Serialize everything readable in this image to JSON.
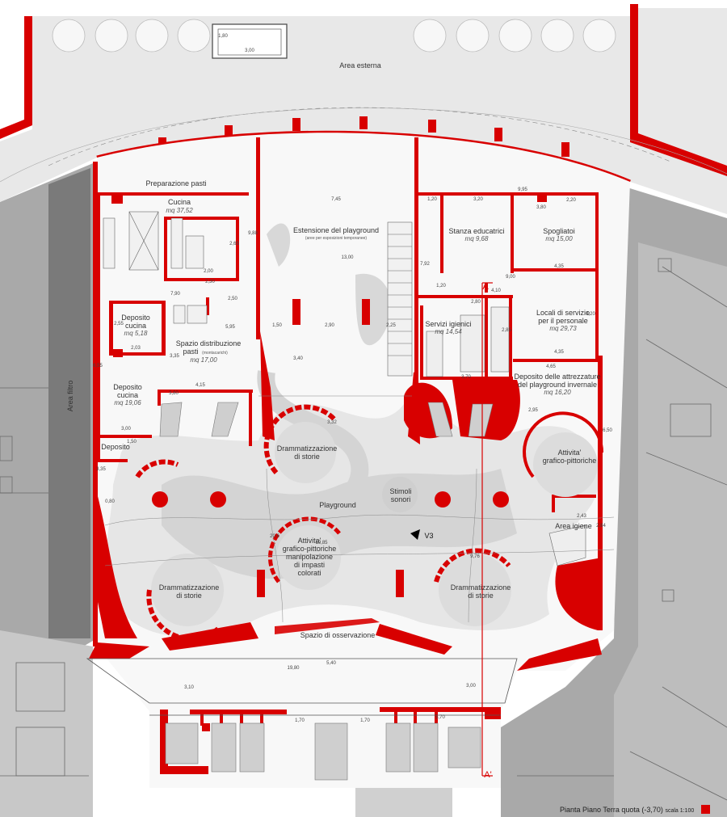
{
  "colors": {
    "wall": "#d80000",
    "paving": "#e6e6e6",
    "surround": "#a9a9a9",
    "filter": "#7a7a7a",
    "line": "#444444"
  },
  "title": "Pianta Piano Terra quota (-3,70)",
  "scale": "scala 1:100",
  "rooms": {
    "area_esterna": "Area esterna",
    "preparazione": "Preparazione pasti",
    "cucina": "Cucina",
    "cucina_area": "mq 37,52",
    "estensione": "Estensione del playground",
    "estensione_note": "(aree per esposizioni temporanee)",
    "stanza": "Stanza educatrici",
    "stanza_area": "mq 9,68",
    "spogliatoi": "Spogliatoi",
    "spogliatoi_area": "mq 15,00",
    "deposito_cucina_1": "Deposito",
    "deposito_cucina_2": "cucina",
    "deposito_cucina_area": "mq 5,18",
    "spazio_1": "Spazio distribuzione",
    "spazio_2": "pasti",
    "spazio_note": "(montacarichi)",
    "spazio_area": "mq 17,00",
    "deposito_b_1": "Deposito",
    "deposito_b_2": "cucina",
    "deposito_b_area": "mq 19,06",
    "servizi": "Servizi igienici",
    "servizi_area": "mq 14,54",
    "locali_1": "Locali di servizio",
    "locali_2": "per il personale",
    "locali_area": "mq 29,73",
    "deposito_attr_1": "Deposito delle attrezzature",
    "deposito_attr_2": "del playground invernale",
    "deposito_attr_area": "mq 16,20",
    "area_filtro": "Area filtro",
    "deposito": "Deposito",
    "dramm_top_1": "Drammatizzazione",
    "dramm_top_2": "di storie",
    "attivita_r_1": "Attivita'",
    "attivita_r_2": "grafico-pittoriche",
    "stimoli_1": "Stimoli",
    "stimoli_2": "sonori",
    "playground": "Playground",
    "attivita_c_1": "Attivita'",
    "attivita_c_2": "grafico-pittoriche",
    "attivita_c_3": "manipolazione",
    "attivita_c_4": "di impasti",
    "attivita_c_5": "colorati",
    "area_igiene": "Area igiene",
    "dramm_left_1": "Drammatizzazione",
    "dramm_left_2": "di storie",
    "dramm_right_1": "Drammatizzazione",
    "dramm_right_2": "di storie",
    "osservazione": "Spazio di osservazione",
    "section_a": "A",
    "section_a2": "A'",
    "view": "V3"
  },
  "dims": {
    "d300_top": "3,00",
    "d180": "1,80",
    "d745": "7,45",
    "d995": "9,95",
    "d120a": "1,20",
    "d320": "3,20",
    "d380": "3,80",
    "d220": "2,20",
    "d265": "2,65",
    "d200": "2,00",
    "d230": "2,30",
    "d988": "9,88",
    "d1300": "13,00",
    "d792": "7,92",
    "d435a": "4,35",
    "d900": "9,00",
    "d120b": "1,20",
    "d410": "4,10",
    "d790": "7,90",
    "d250": "2,50",
    "d255": "2,55",
    "d595": "5,95",
    "d203": "2,03",
    "d335a": "3,35",
    "d150": "1,50",
    "d290": "2,90",
    "d225": "2,25",
    "d340": "3,40",
    "d280": "2,80",
    "d420": "4,20",
    "d285": "2,85",
    "d435b": "4,35",
    "d465": "4,65",
    "d370": "3,70",
    "d655": "6,55",
    "d415": "4,15",
    "d380b": "3,80",
    "d300b": "3,00",
    "d150b": "1,50",
    "d332": "3,32",
    "d295": "2,95",
    "d650": "6,50",
    "d335b": "3,35",
    "d080": "0,80",
    "d243": "2,43",
    "d284": "2,84",
    "d1985": "19,85",
    "d976": "9,76",
    "d1980": "19,80",
    "d540": "5,40",
    "d310": "3,10",
    "d300c": "3,00",
    "d570": "5,70",
    "d170a": "1,70",
    "d170b": "1,70",
    "d206": "20,6"
  }
}
